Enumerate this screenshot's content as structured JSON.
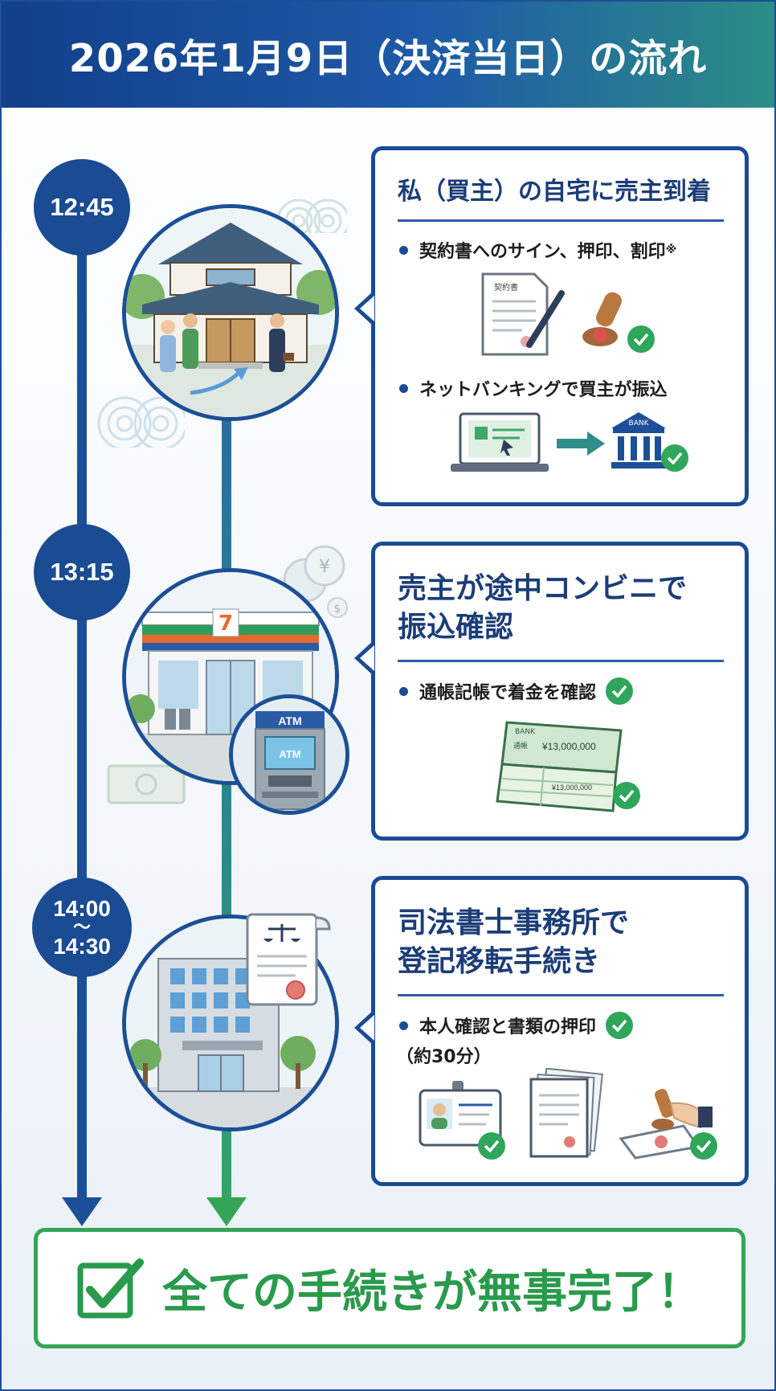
{
  "header": {
    "title": "2026年1月9日（決済当日）の流れ"
  },
  "steps": [
    {
      "time": "12:45",
      "title": "私（買主）の自宅に売主到着",
      "bullets": [
        {
          "text": "契約書へのサイン、押印、割印",
          "note": "※"
        },
        {
          "text": "ネットバンキングで買主が振込"
        }
      ],
      "labels": {
        "contract_doc": "契約書",
        "bank_sign": "BANK"
      }
    },
    {
      "time": "13:15",
      "title_line1": "売主が途中コンビニで",
      "title_line2": "振込確認",
      "bullets": [
        {
          "text": "通帳記帳で着金を確認"
        }
      ],
      "labels": {
        "atm_sign": "ATM",
        "atm_screen": "ATM",
        "passbook_bank": "BANK",
        "passbook_tsucho": "通帳",
        "amount_top": "¥13,000,000",
        "amount_bottom": "¥13,000,000"
      }
    },
    {
      "time_start": "14:00",
      "time_sep": "〜",
      "time_end": "14:30",
      "title_line1": "司法書士事務所で",
      "title_line2": "登記移転手続き",
      "bullets": [
        {
          "text": "本人確認と書類の押印",
          "sub": "（約30分）"
        }
      ]
    }
  ],
  "final": {
    "text": "全ての手続きが無事完了！"
  },
  "colors": {
    "navy": "#1a4b93",
    "green": "#2fa65a",
    "teal": "#2c8d86"
  }
}
